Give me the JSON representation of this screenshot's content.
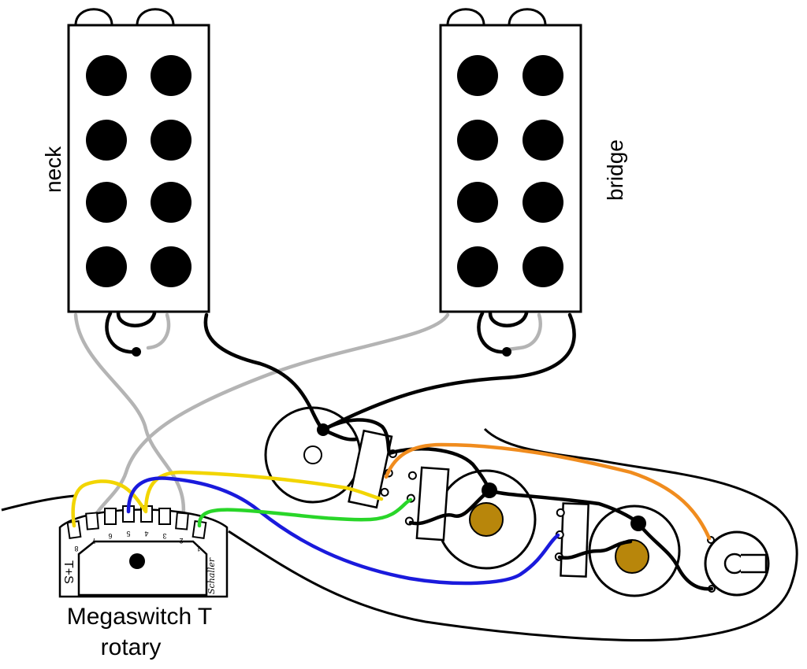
{
  "pickups": {
    "neck_label": "neck",
    "bridge_label": "bridge"
  },
  "switch": {
    "caption_line1": "Megaswitch T",
    "caption_line2": "rotary",
    "model_mark": "T+S",
    "brand_mark": "Schaller",
    "terminal_numbers": [
      "8",
      "7",
      "6",
      "5",
      "4",
      "3",
      "2",
      "1"
    ]
  },
  "colors": {
    "ground_black": "#000000",
    "gray": "#b4b4b4",
    "yellow": "#f2d500",
    "blue": "#1a1adc",
    "green": "#29d629",
    "orange": "#f08c1e",
    "pot_shaft": "#b8860b"
  }
}
